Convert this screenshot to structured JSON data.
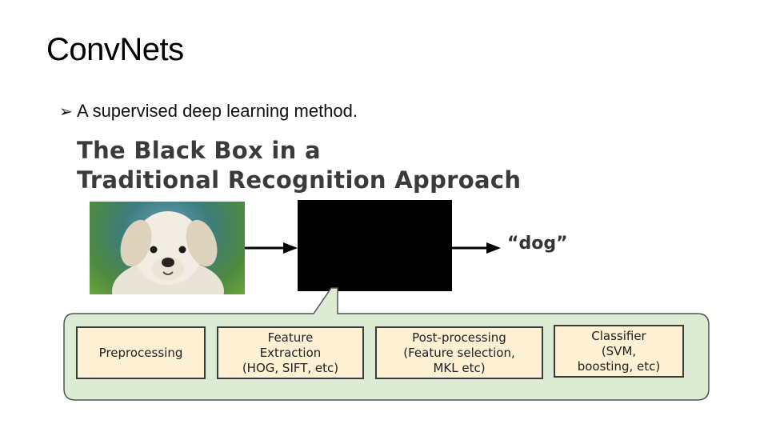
{
  "slide": {
    "title": "ConvNets",
    "bullet_icon": "➢",
    "bullet_text": "A supervised deep learning method."
  },
  "figure": {
    "title_line1": "The Black Box in a",
    "title_line2": "Traditional Recognition Approach",
    "output_label": "“dog”",
    "steps": [
      {
        "label": "Preprocessing"
      },
      {
        "label": "Feature\nExtraction\n(HOG, SIFT, etc)"
      },
      {
        "label": "Post-processing\n(Feature selection,\nMKL etc)"
      },
      {
        "label": "Classifier\n(SVM,\nboosting, etc)"
      }
    ]
  },
  "colors": {
    "panel_fill": "#dcebd3",
    "step_fill": "#fdf0d3",
    "box": "#000000"
  },
  "icons": [
    "arrow-right-icon",
    "dog-image"
  ]
}
